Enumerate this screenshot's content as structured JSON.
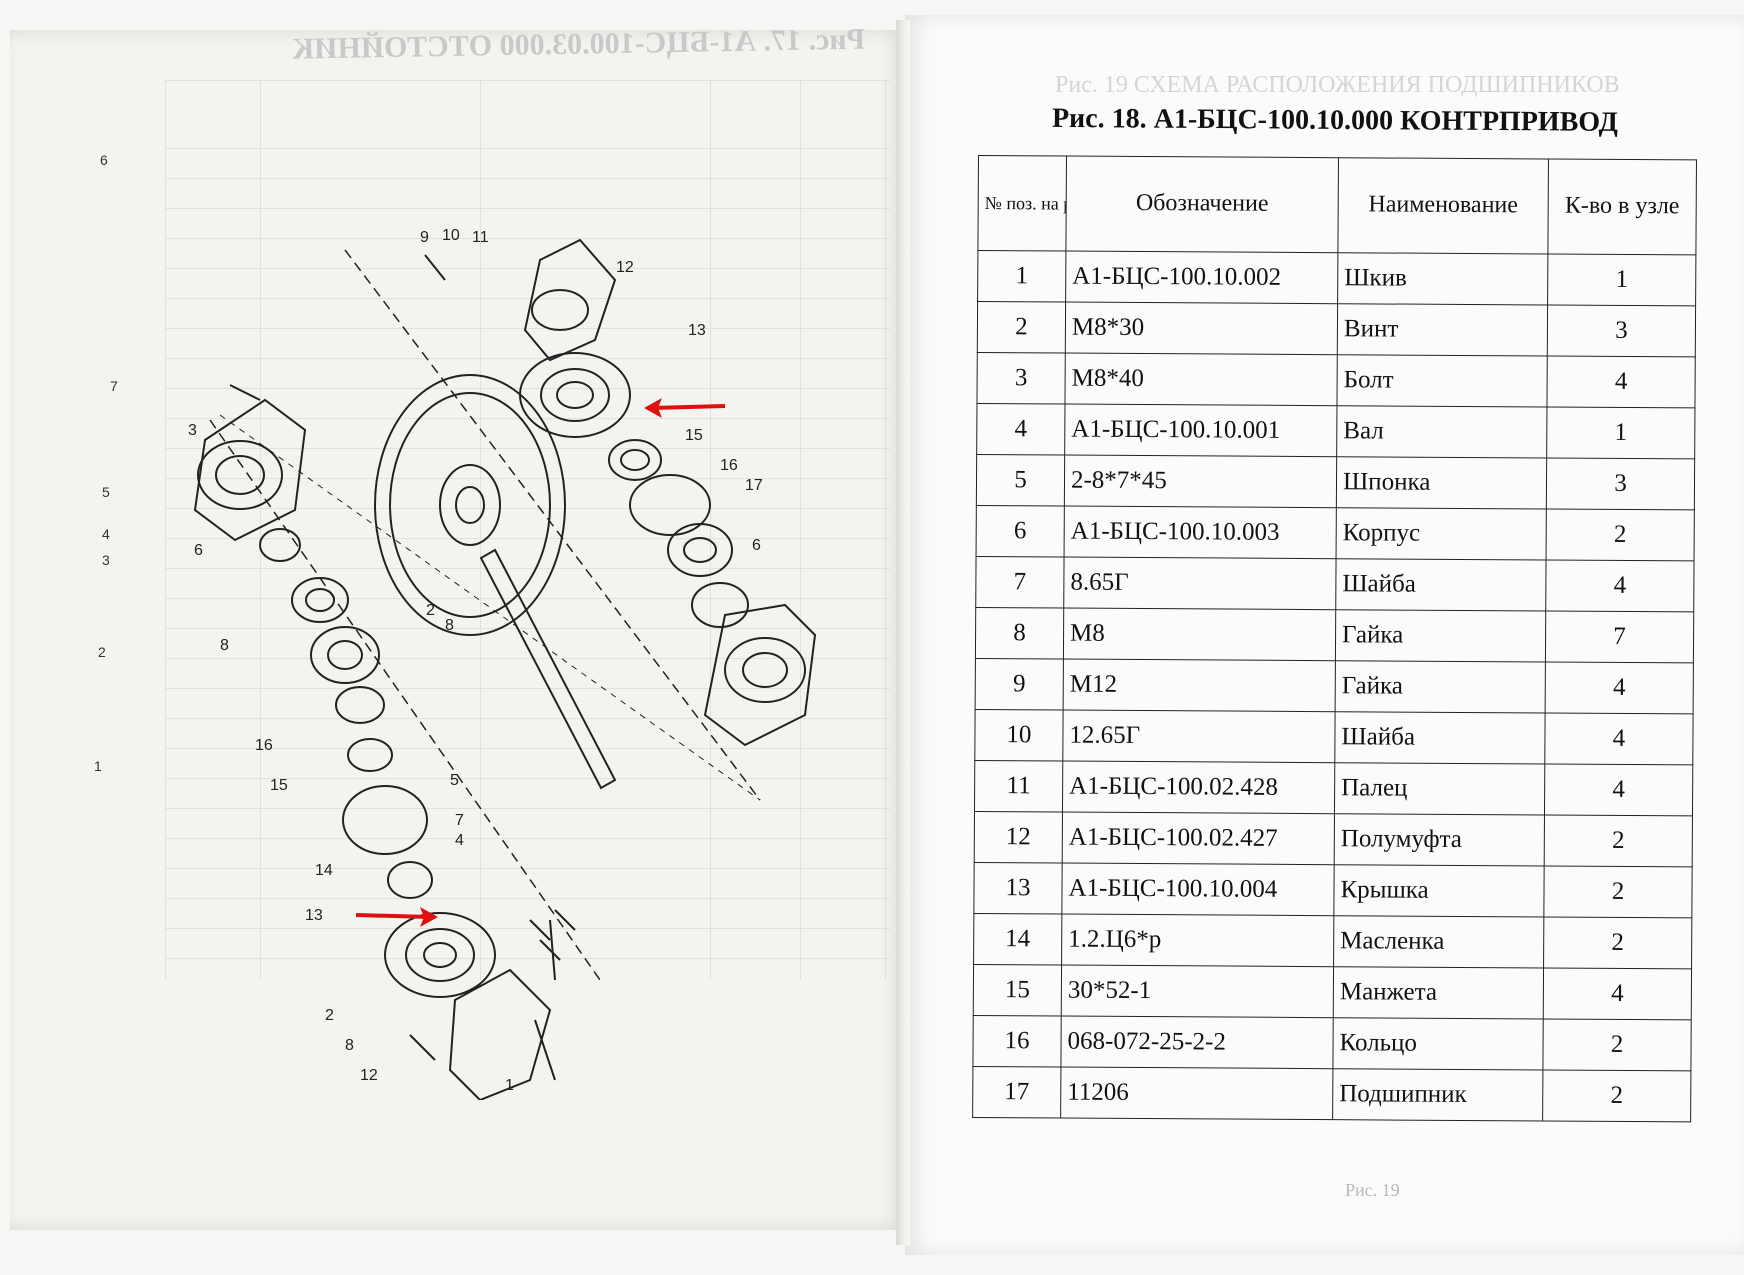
{
  "left_page": {
    "title_mirrored": "Рис. 17. А1-БЦС-100.03.000 ОТСТОЙНИК",
    "margin_marks": [
      "6",
      "7",
      "5",
      "4",
      "3",
      "2",
      "1"
    ],
    "drawing_labels": [
      "1",
      "2",
      "3",
      "4",
      "5",
      "6",
      "7",
      "8",
      "9",
      "10",
      "11",
      "12",
      "13",
      "14",
      "15",
      "16",
      "17"
    ]
  },
  "right_page": {
    "title": "Рис. 18. А1-БЦС-100.10.000 КОНТРПРИВОД",
    "ghost_title": "Рис. 19 СХЕМА РАСПОЛОЖЕНИЯ ПОДШИПНИКОВ",
    "footer_note": "Рис. 19",
    "table": {
      "headers": {
        "num": "№ поз. на рис.",
        "designation": "Обозначение",
        "name": "Наименование",
        "qty": "К-во в узле"
      },
      "rows": [
        {
          "num": "1",
          "designation": "А1-БЦС-100.10.002",
          "name": "Шкив",
          "qty": "1"
        },
        {
          "num": "2",
          "designation": "М8*30",
          "name": "Винт",
          "qty": "3"
        },
        {
          "num": "3",
          "designation": "М8*40",
          "name": "Болт",
          "qty": "4"
        },
        {
          "num": "4",
          "designation": "А1-БЦС-100.10.001",
          "name": "Вал",
          "qty": "1"
        },
        {
          "num": "5",
          "designation": "2-8*7*45",
          "name": "Шпонка",
          "qty": "3"
        },
        {
          "num": "6",
          "designation": "А1-БЦС-100.10.003",
          "name": "Корпус",
          "qty": "2"
        },
        {
          "num": "7",
          "designation": "8.65Г",
          "name": "Шайба",
          "qty": "4"
        },
        {
          "num": "8",
          "designation": "М8",
          "name": "Гайка",
          "qty": "7"
        },
        {
          "num": "9",
          "designation": "М12",
          "name": "Гайка",
          "qty": "4"
        },
        {
          "num": "10",
          "designation": "12.65Г",
          "name": "Шайба",
          "qty": "4"
        },
        {
          "num": "11",
          "designation": "А1-БЦС-100.02.428",
          "name": "Палец",
          "qty": "4"
        },
        {
          "num": "12",
          "designation": "А1-БЦС-100.02.427",
          "name": "Полумуфта",
          "qty": "2"
        },
        {
          "num": "13",
          "designation": "А1-БЦС-100.10.004",
          "name": "Крышка",
          "qty": "2"
        },
        {
          "num": "14",
          "designation": "1.2.Ц6*р",
          "name": "Масленка",
          "qty": "2"
        },
        {
          "num": "15",
          "designation": "30*52-1",
          "name": "Манжета",
          "qty": "4"
        },
        {
          "num": "16",
          "designation": "068-072-25-2-2",
          "name": "Кольцо",
          "qty": "2"
        },
        {
          "num": "17",
          "designation": "11206",
          "name": "Подшипник",
          "qty": "2"
        }
      ]
    }
  },
  "colors": {
    "arrow": "#e01010",
    "ink": "#111111",
    "ghost": "#cfcfcf"
  }
}
